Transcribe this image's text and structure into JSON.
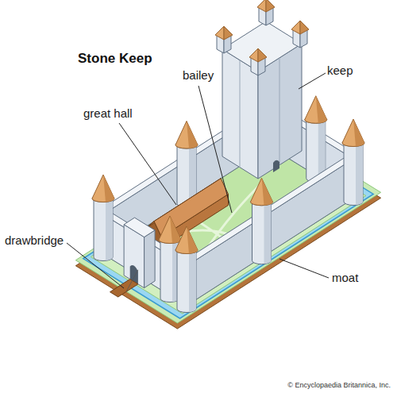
{
  "diagram": {
    "title": "Stone Keep",
    "labels": [
      "keep",
      "bailey",
      "great hall",
      "drawbridge",
      "moat",
      "© Encyclopaedia Britannica, Inc."
    ]
  }
}
